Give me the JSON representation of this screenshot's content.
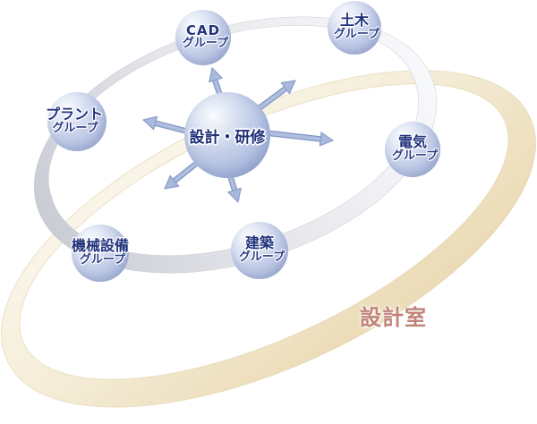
{
  "diagram": {
    "center": {
      "label": "設計・研修"
    },
    "ring_label": "設計室",
    "groups": [
      {
        "name": "CAD",
        "suffix": "グループ"
      },
      {
        "name": "土木",
        "suffix": "グループ"
      },
      {
        "name": "プラント",
        "suffix": "グループ"
      },
      {
        "name": "電気",
        "suffix": "グループ"
      },
      {
        "name": "機械設備",
        "suffix": "グループ"
      },
      {
        "name": "建築",
        "suffix": "グループ"
      }
    ],
    "colors": {
      "background": "#ffffff",
      "sphere_blue": "#b2bfdf",
      "label_navy": "#21337c",
      "ring_silver": "#d9dade",
      "ring_cream": "#eddcb6",
      "ring_label_rose": "#c08377",
      "arrow_blue": "#9fb1d8"
    }
  }
}
